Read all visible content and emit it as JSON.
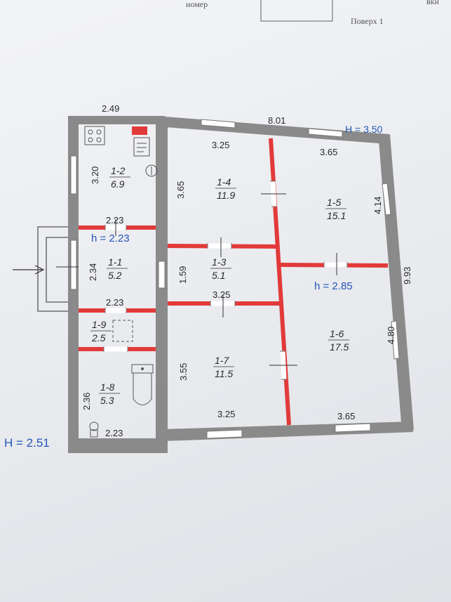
{
  "header": {
    "label_number": "номер",
    "label_floor": "Поверх 1",
    "label_partial": "вки"
  },
  "overall_dims": {
    "top_left": "2.49",
    "top_total": "8.01",
    "right_total": "9.93"
  },
  "heights": {
    "main": "H = 3.50",
    "annex": "H = 2.51",
    "room_1_1": "h = 2.23",
    "room_1_6": "h = 2.85"
  },
  "dimensions": {
    "d_1_2_h": "3.20",
    "d_1_2_w": "2.23",
    "d_1_1_h": "2.34",
    "d_1_1_w": "2.23",
    "d_1_8_h": "2.36",
    "d_1_8_w": "2.23",
    "d_1_4_w": "3.25",
    "d_1_4_h": "3.65",
    "d_1_5_w": "3.65",
    "d_1_5_h": "4.14",
    "d_1_3_h": "1.59",
    "d_1_3_w": "3.25",
    "d_1_7_h": "3.55",
    "d_1_7_w": "3.25",
    "d_1_6_h": "4.80",
    "d_1_6_w": "3.65"
  },
  "rooms": [
    {
      "id": "1-2",
      "area": "6.9"
    },
    {
      "id": "1-1",
      "area": "5.2"
    },
    {
      "id": "1-9",
      "area": "2.5"
    },
    {
      "id": "1-8",
      "area": "5.3"
    },
    {
      "id": "1-4",
      "area": "11.9"
    },
    {
      "id": "1-5",
      "area": "15.1"
    },
    {
      "id": "1-3",
      "area": "5.1"
    },
    {
      "id": "1-7",
      "area": "11.5"
    },
    {
      "id": "1-6",
      "area": "17.5"
    }
  ],
  "colors": {
    "wall": "#8a8a8a",
    "partition": "#e23a3a",
    "accent_text": "#2456b8"
  },
  "icons": [
    "stove-icon",
    "sink-icon",
    "boiler-icon",
    "shower-tray-icon",
    "toilet-icon",
    "water-heater-icon"
  ]
}
